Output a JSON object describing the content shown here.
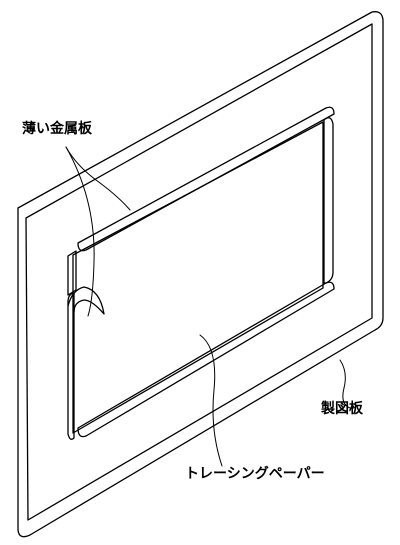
{
  "labels": {
    "thin_metal_plate": "薄い金属板",
    "drawing_board": "製図板",
    "tracing_paper": "トレーシングペーパー"
  },
  "colors": {
    "line": "#000000",
    "background": "#ffffff"
  }
}
